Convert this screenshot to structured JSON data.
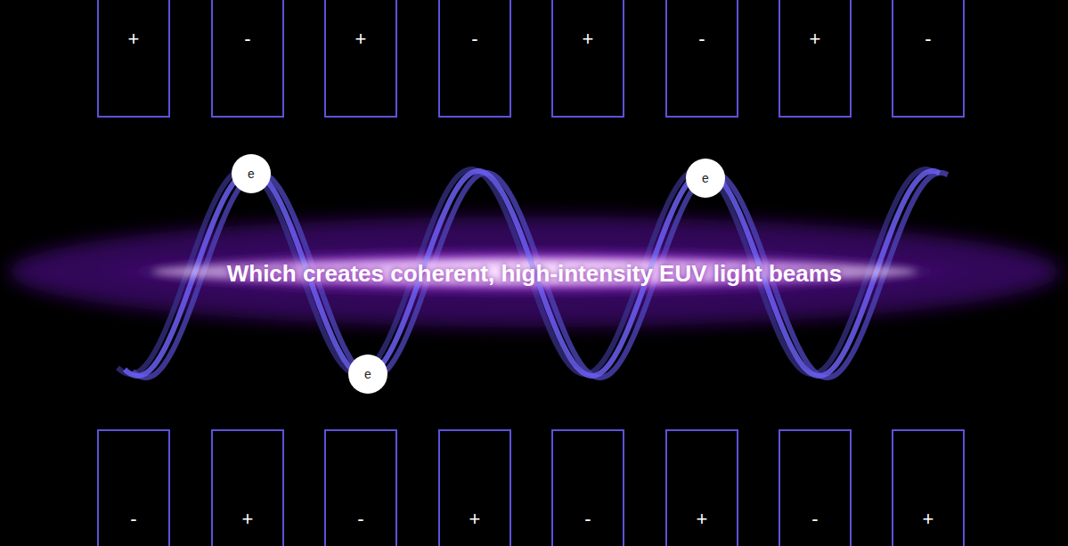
{
  "diagram": {
    "nodes": [
      {
        "text": [
          "+"
        ]
      },
      {
        "text": [
          "-"
        ]
      },
      {
        "text": [
          "+"
        ]
      },
      {
        "text": [
          "-"
        ]
      },
      {
        "text": [
          "+"
        ]
      },
      {
        "text": [
          "-"
        ]
      },
      {
        "text": [
          "+"
        ]
      },
      {
        "text": [
          "-"
        ]
      },
      {
        "text": [
          "e"
        ]
      },
      {
        "text": [
          "e"
        ]
      },
      {
        "text": [
          "e"
        ]
      },
      {
        "text": [
          "Which creates coherent, high-intensity EUV light beams"
        ]
      },
      {
        "text": [
          "-"
        ]
      },
      {
        "text": [
          "+"
        ]
      },
      {
        "text": [
          "-"
        ]
      },
      {
        "text": [
          "+"
        ]
      },
      {
        "text": [
          "-"
        ]
      },
      {
        "text": [
          "+"
        ]
      },
      {
        "text": [
          "-"
        ]
      },
      {
        "text": [
          "+"
        ]
      }
    ]
  }
}
